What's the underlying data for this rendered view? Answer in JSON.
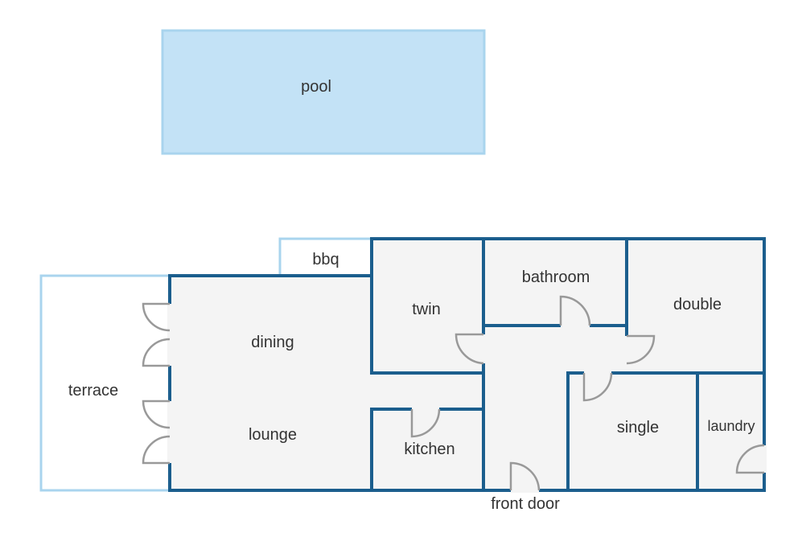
{
  "colors": {
    "wall": "#1b5e8d",
    "outdoor_outline": "#a9d4ee",
    "pool_fill": "#c3e2f6",
    "floor": "#f4f4f4",
    "door": "#999999",
    "text": "#333333"
  },
  "rooms": {
    "pool": "pool",
    "bbq": "bbq",
    "terrace": "terrace",
    "dining": "dining",
    "lounge": "lounge",
    "twin": "twin",
    "kitchen": "kitchen",
    "bathroom": "bathroom",
    "double": "double",
    "single": "single",
    "laundry": "laundry",
    "front_door": "front door"
  }
}
